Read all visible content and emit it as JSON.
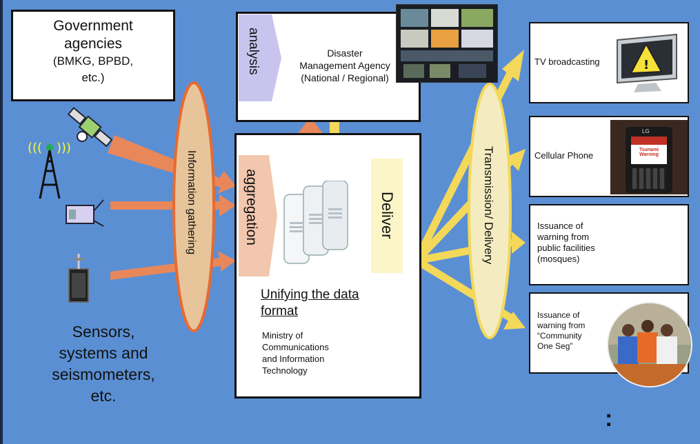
{
  "government": {
    "line1": "Government",
    "line2": "agencies",
    "line3": "(BMKG, BPBD,",
    "line4": "etc.)"
  },
  "sensors_caption": {
    "line1": "Sensors,",
    "line2": "systems and",
    "line3": "seismometers,",
    "line4": "etc."
  },
  "info_gathering": "Information gathering",
  "analysis": {
    "label": "analysis",
    "agency_line1": "Disaster",
    "agency_line2": "Management Agency",
    "agency_line3": "(National / Regional)"
  },
  "aggregation": {
    "label": "aggregation",
    "deliver_label": "Deliver",
    "unify_line1": "Unifying the data",
    "unify_line2": "format",
    "ministry_line1": "Ministry of",
    "ministry_line2": "Communications",
    "ministry_line3": "and Information",
    "ministry_line4": "Technology"
  },
  "transmission": "Transmission/ Delivery",
  "outputs": {
    "tv": "TV broadcasting",
    "cellular": "Cellular Phone",
    "tsunami_screen": "Tsunami",
    "warning_screen": "Warning",
    "phone_brand": "LG",
    "public": {
      "line1": "Issuance of",
      "line2": "warning from",
      "line3": "public facilities",
      "line4": "(mosques)"
    },
    "community": {
      "line1": "Issuance of",
      "line2": "warning from",
      "line3": "“Community",
      "line4": " One Seg”"
    }
  },
  "more_indicator": ":",
  "colors": {
    "background": "#5b8fd3",
    "orange_arrow": "#e8875a",
    "yellow_arrow": "#f3d85a",
    "analysis_tab": "#c8c4ee",
    "aggregation_tab": "#f3c7ad",
    "deliver_tab": "#fbf5c8",
    "info_ellipse": "#e8c49a",
    "transmission_ellipse": "#f4ecc0"
  },
  "icons": [
    "satellite-icon",
    "antenna-tower-icon",
    "sensor-device-icon",
    "seismometer-icon",
    "server-icon",
    "tv-warning-icon",
    "control-room-photo",
    "phone-photo",
    "children-photo"
  ]
}
